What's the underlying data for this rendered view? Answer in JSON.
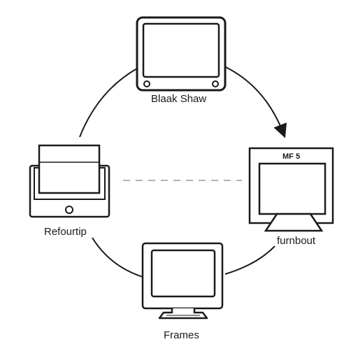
{
  "diagram": {
    "nodes": [
      {
        "id": "top",
        "label": "Blaak Shaw",
        "icon": "monitor-icon"
      },
      {
        "id": "right",
        "label": "furnbout",
        "screen_text": "MF 5",
        "icon": "desktop-monitor-icon"
      },
      {
        "id": "bottom",
        "label": "Frames",
        "icon": "crt-monitor-icon"
      },
      {
        "id": "left",
        "label": "Refourtip",
        "icon": "device-dock-icon"
      }
    ],
    "colors": {
      "stroke": "#1a1a1a",
      "dashed_line": "#9a9a9a",
      "background": "#ffffff"
    }
  }
}
